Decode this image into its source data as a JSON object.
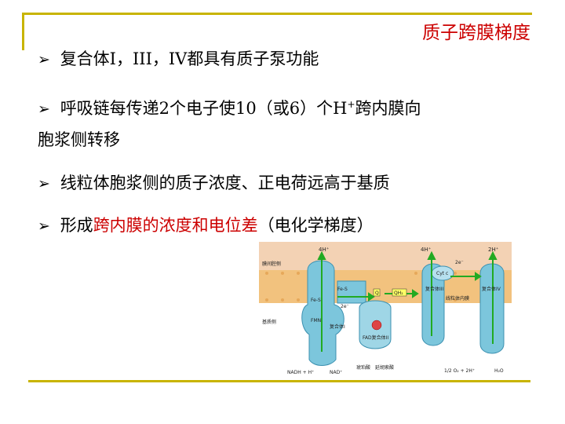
{
  "title": "质子跨膜梯度",
  "bullets": [
    {
      "text": "复合体I，III，IV都具有质子泵功能"
    },
    {
      "pre": "呼吸链每传递2个电子使10（或6）个H",
      "sup": "+",
      "post": "跨内膜向"
    },
    {
      "cont": "胞浆侧转移"
    },
    {
      "text": "线粒体胞浆侧的质子浓度、正电荷远高于基质"
    },
    {
      "pre": "形成",
      "red": "跨内膜的浓度和电位差",
      "post": "（电化学梯度）"
    }
  ],
  "figure": {
    "labels": {
      "h4": "4H⁺",
      "h4b": "4H⁺",
      "h2": "2H⁺",
      "cyt": "Cyt c",
      "cplx3": "复合体III",
      "cplx4": "复合体IV",
      "cplx1": "复合体I",
      "cplx2": "FAD复合体II",
      "inner": "线粒体内膜",
      "side_c": "膜间腔侧",
      "side_m": "基质侧",
      "fes": "Fe-S",
      "fes2": "Fe-S",
      "fmn": "FMN",
      "q": "Q",
      "qh": "QH₂",
      "nadh": "NADH + H⁺",
      "nad": "NAD⁺",
      "succ": "琥珀酸",
      "fum": "延胡索酸",
      "o2": "1/2 O₂ + 2H⁺",
      "h2o": "H₂O",
      "e1": "2e⁻",
      "e2": "2e⁻"
    }
  }
}
